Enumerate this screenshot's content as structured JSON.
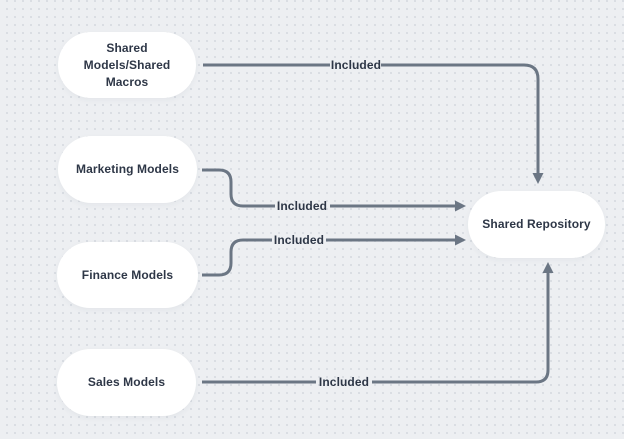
{
  "diagram": {
    "colors": {
      "background": "#edeff2",
      "grid_dots": "#d8dce2",
      "connector": "#6b7684",
      "node_background": "#ffffff",
      "text": "#2e3747"
    },
    "nodes": [
      {
        "id": "shared-models-macros",
        "lines": [
          "Shared",
          "Models/Shared",
          "Macros"
        ]
      },
      {
        "id": "marketing-models",
        "lines": [
          "Marketing Models"
        ]
      },
      {
        "id": "finance-models",
        "lines": [
          "Finance Models"
        ]
      },
      {
        "id": "sales-models",
        "lines": [
          "Sales Models"
        ]
      },
      {
        "id": "shared-repository",
        "lines": [
          "Shared Repository"
        ]
      }
    ],
    "edges": [
      {
        "from": "shared-models-macros",
        "to": "shared-repository",
        "label": "Included"
      },
      {
        "from": "marketing-models",
        "to": "shared-repository",
        "label": "Included"
      },
      {
        "from": "finance-models",
        "to": "shared-repository",
        "label": "Included"
      },
      {
        "from": "sales-models",
        "to": "shared-repository",
        "label": "Included"
      }
    ]
  }
}
